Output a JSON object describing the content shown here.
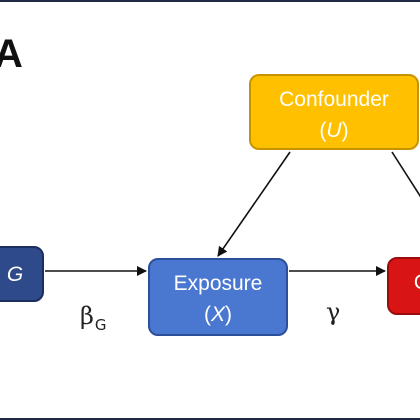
{
  "panel_label": "A",
  "nodes": {
    "instrument": {
      "variable": "G"
    },
    "exposure": {
      "name": "Exposure",
      "variable_prefix": "(",
      "variable": "X",
      "variable_suffix": ")"
    },
    "confounder": {
      "name": "Confounder",
      "variable_prefix": "(",
      "variable": "U",
      "variable_suffix": ")"
    },
    "outcome": {
      "name": "O"
    }
  },
  "edges": {
    "instrument_to_exposure": {
      "symbol": "β",
      "subscript": "G"
    },
    "exposure_to_outcome": {
      "symbol": "γ"
    }
  },
  "colors": {
    "instrument": "#2f4a8a",
    "exposure": "#4a77d0",
    "confounder": "#ffc000",
    "outcome": "#d81414",
    "frame": "#1f2a44"
  }
}
